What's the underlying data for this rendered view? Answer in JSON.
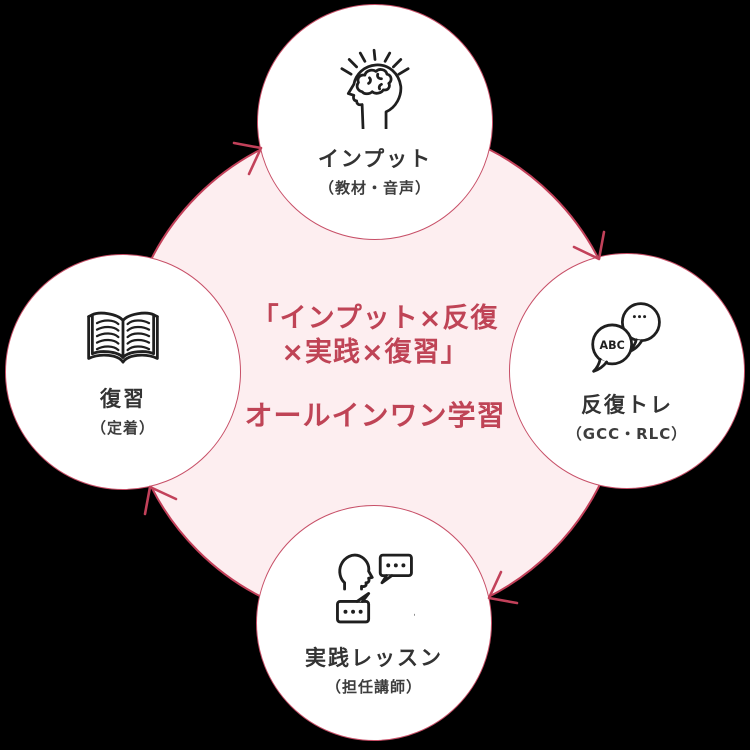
{
  "canvas": {
    "background": "#000000"
  },
  "colors": {
    "accent_crimson": "#c2415a",
    "center_text": "#bf4456",
    "pink_fill": "#fdeef0",
    "node_border": "#c74f67",
    "label_text": "#333333",
    "icon_stroke": "#1f1f1f"
  },
  "center": {
    "line1": "「インプット×反復",
    "line2": "×実践×復習」",
    "line3": "オールインワン学習"
  },
  "nodes": {
    "input": {
      "title": "インプット",
      "subtitle": "（教材・音声）",
      "icon": "brain-head-icon"
    },
    "repetition": {
      "title": "反復トレ",
      "subtitle": "（GCC・RLC）",
      "icon": "speech-bubbles-abc-icon"
    },
    "practice": {
      "title": "実践レッスン",
      "subtitle": "（担任講師）",
      "icon": "conversation-icon"
    },
    "review": {
      "title": "復習",
      "subtitle": "（定着）",
      "icon": "open-book-icon"
    }
  },
  "icon_labels": {
    "abc": "ABC"
  },
  "cycle": {
    "direction": "clockwise",
    "arrow_count": 4
  }
}
